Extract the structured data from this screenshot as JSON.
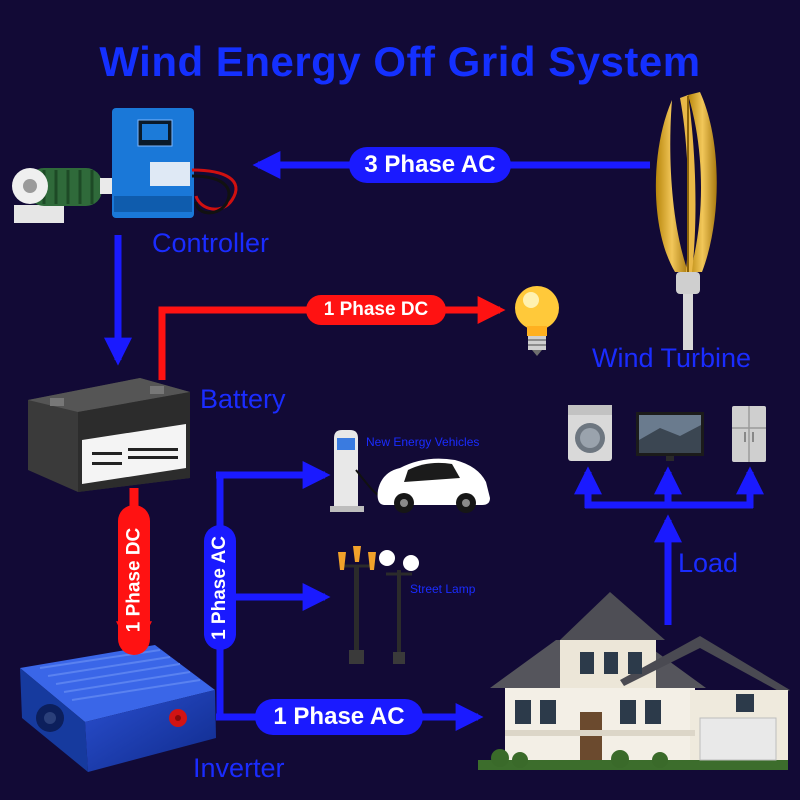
{
  "title": "Wind Energy Off Grid System",
  "labels": {
    "controller": "Controller",
    "wind_turbine": "Wind Turbine",
    "battery": "Battery",
    "inverter": "Inverter",
    "load": "Load",
    "new_energy_vehicles": "New Energy Vehicles",
    "street_lamp": "Street Lamp"
  },
  "connections": {
    "turbine_to_controller": "3  Phase AC",
    "battery_to_bulb": "1 Phase DC",
    "battery_to_inverter": "1 Phase DC",
    "inverter_branch": "1 Phase AC",
    "inverter_to_house": "1 Phase AC"
  },
  "colors": {
    "background": "#120a36",
    "ac_line": "#1a1aff",
    "dc_line": "#ff1212",
    "label_text": "#1a2cff"
  },
  "icons": [
    "wind-turbine-icon",
    "charge-controller-icon",
    "dump-load-resistor-icon",
    "battery-icon",
    "light-bulb-icon",
    "inverter-icon",
    "ev-charger-icon",
    "electric-car-icon",
    "street-lamp-icon",
    "house-icon",
    "washing-machine-icon",
    "television-icon",
    "refrigerator-icon"
  ]
}
